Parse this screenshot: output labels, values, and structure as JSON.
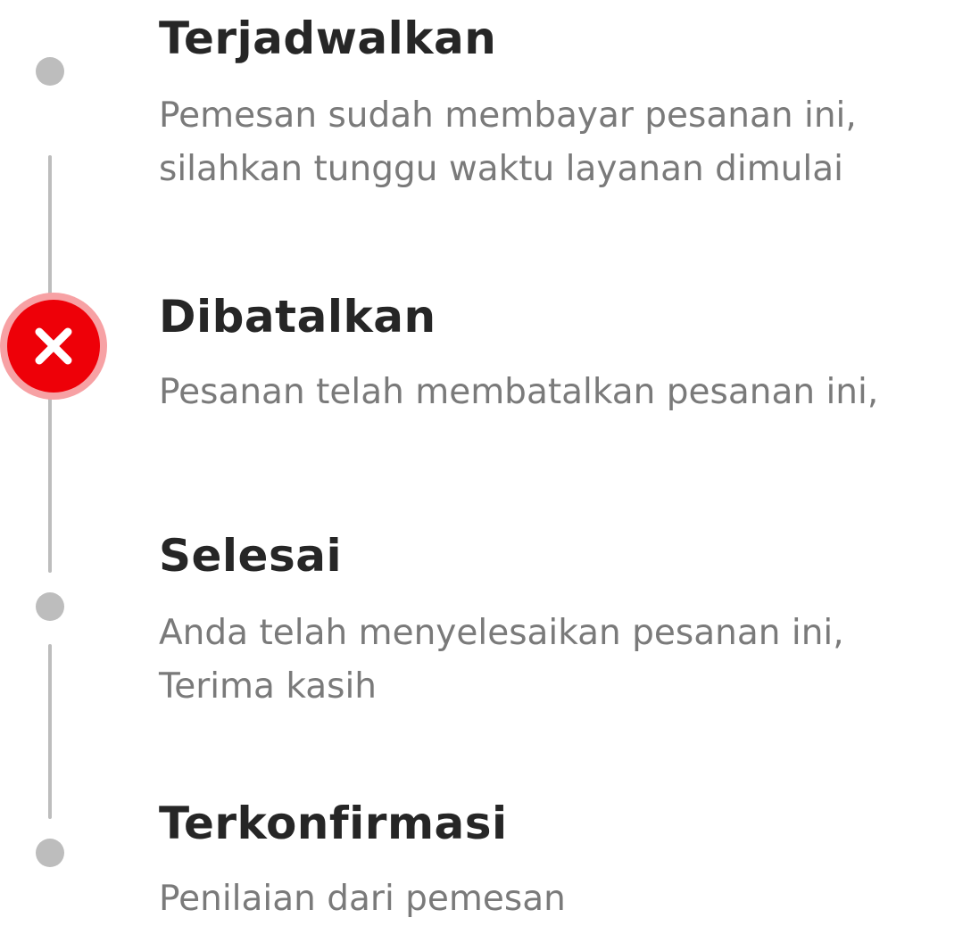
{
  "timeline": {
    "steps": [
      {
        "title": "Terjadwalkan",
        "description": "Pemesan sudah membayar pesanan ini,\nsilahkan tunggu waktu layanan dimulai",
        "status": "inactive"
      },
      {
        "title": "Dibatalkan",
        "description": "Pesanan telah membatalkan pesanan ini,",
        "status": "cancelled"
      },
      {
        "title": "Selesai",
        "description": "Anda telah menyelesaikan pesanan ini,\nTerima kasih",
        "status": "inactive"
      },
      {
        "title": "Terkonfirmasi",
        "description": "Penilaian dari pemesan",
        "status": "inactive"
      }
    ],
    "colors": {
      "inactive_dot": "#bdbdbd",
      "cancel": "#ee0008",
      "cancel_ring": "#f7a1a4",
      "title": "#262626",
      "description": "#7a7a7a"
    },
    "cancel_icon": "close-icon"
  }
}
